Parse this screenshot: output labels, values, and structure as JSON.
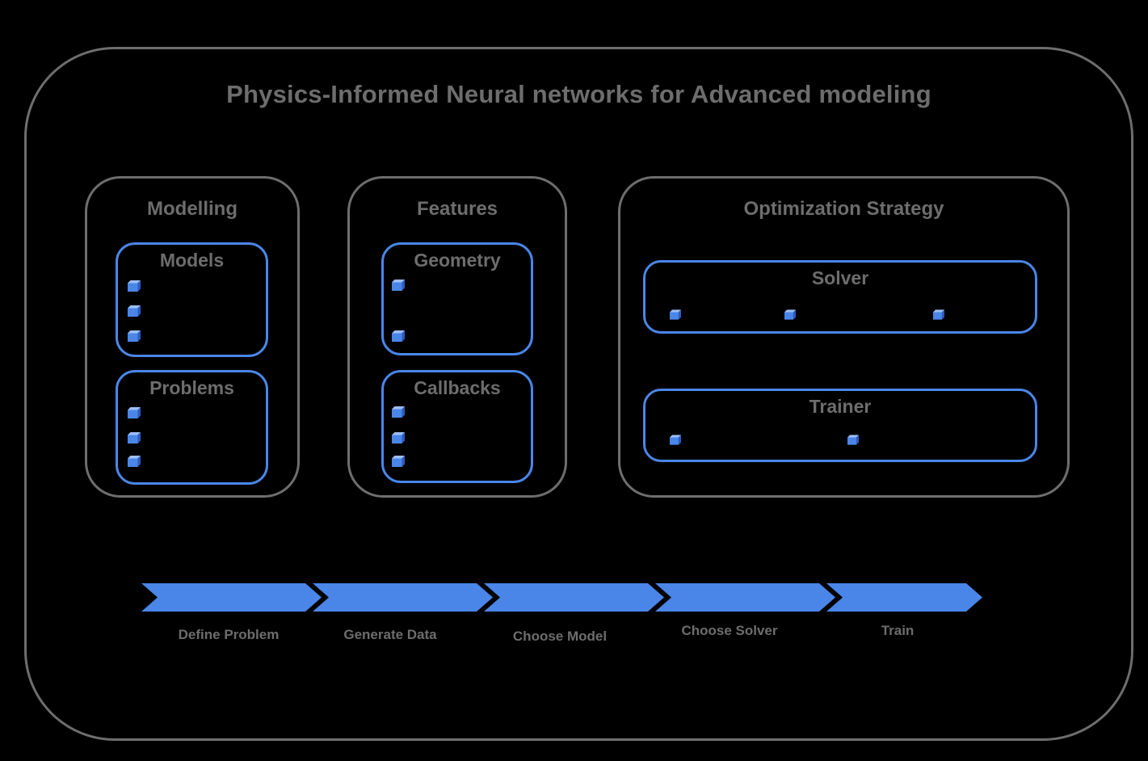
{
  "title": "Physics-Informed Neural networks for Advanced modeling",
  "sections": [
    {
      "title": "Modelling",
      "groups": [
        {
          "title": "Models",
          "bullet_count": 3
        },
        {
          "title": "Problems",
          "bullet_count": 3
        }
      ]
    },
    {
      "title": "Features",
      "groups": [
        {
          "title": "Geometry",
          "bullet_count": 2
        },
        {
          "title": "Callbacks",
          "bullet_count": 3
        }
      ]
    },
    {
      "title": "Optimization Strategy",
      "groups": [
        {
          "title": "Solver",
          "bullet_count": 3
        },
        {
          "title": "Trainer",
          "bullet_count": 2
        }
      ]
    }
  ],
  "flow": {
    "steps": [
      "Define Problem",
      "Generate Data",
      "Choose Model",
      "Choose Solver",
      "Train"
    ]
  },
  "icons": {
    "bullet": "cube-icon"
  },
  "colors": {
    "background": "#000000",
    "border_gray": "#6e6e6e",
    "text_gray": "#6d6d6d",
    "accent_blue": "#4a86e8",
    "cube_top": "#9dbef7",
    "cube_side": "#2d5bbf"
  }
}
